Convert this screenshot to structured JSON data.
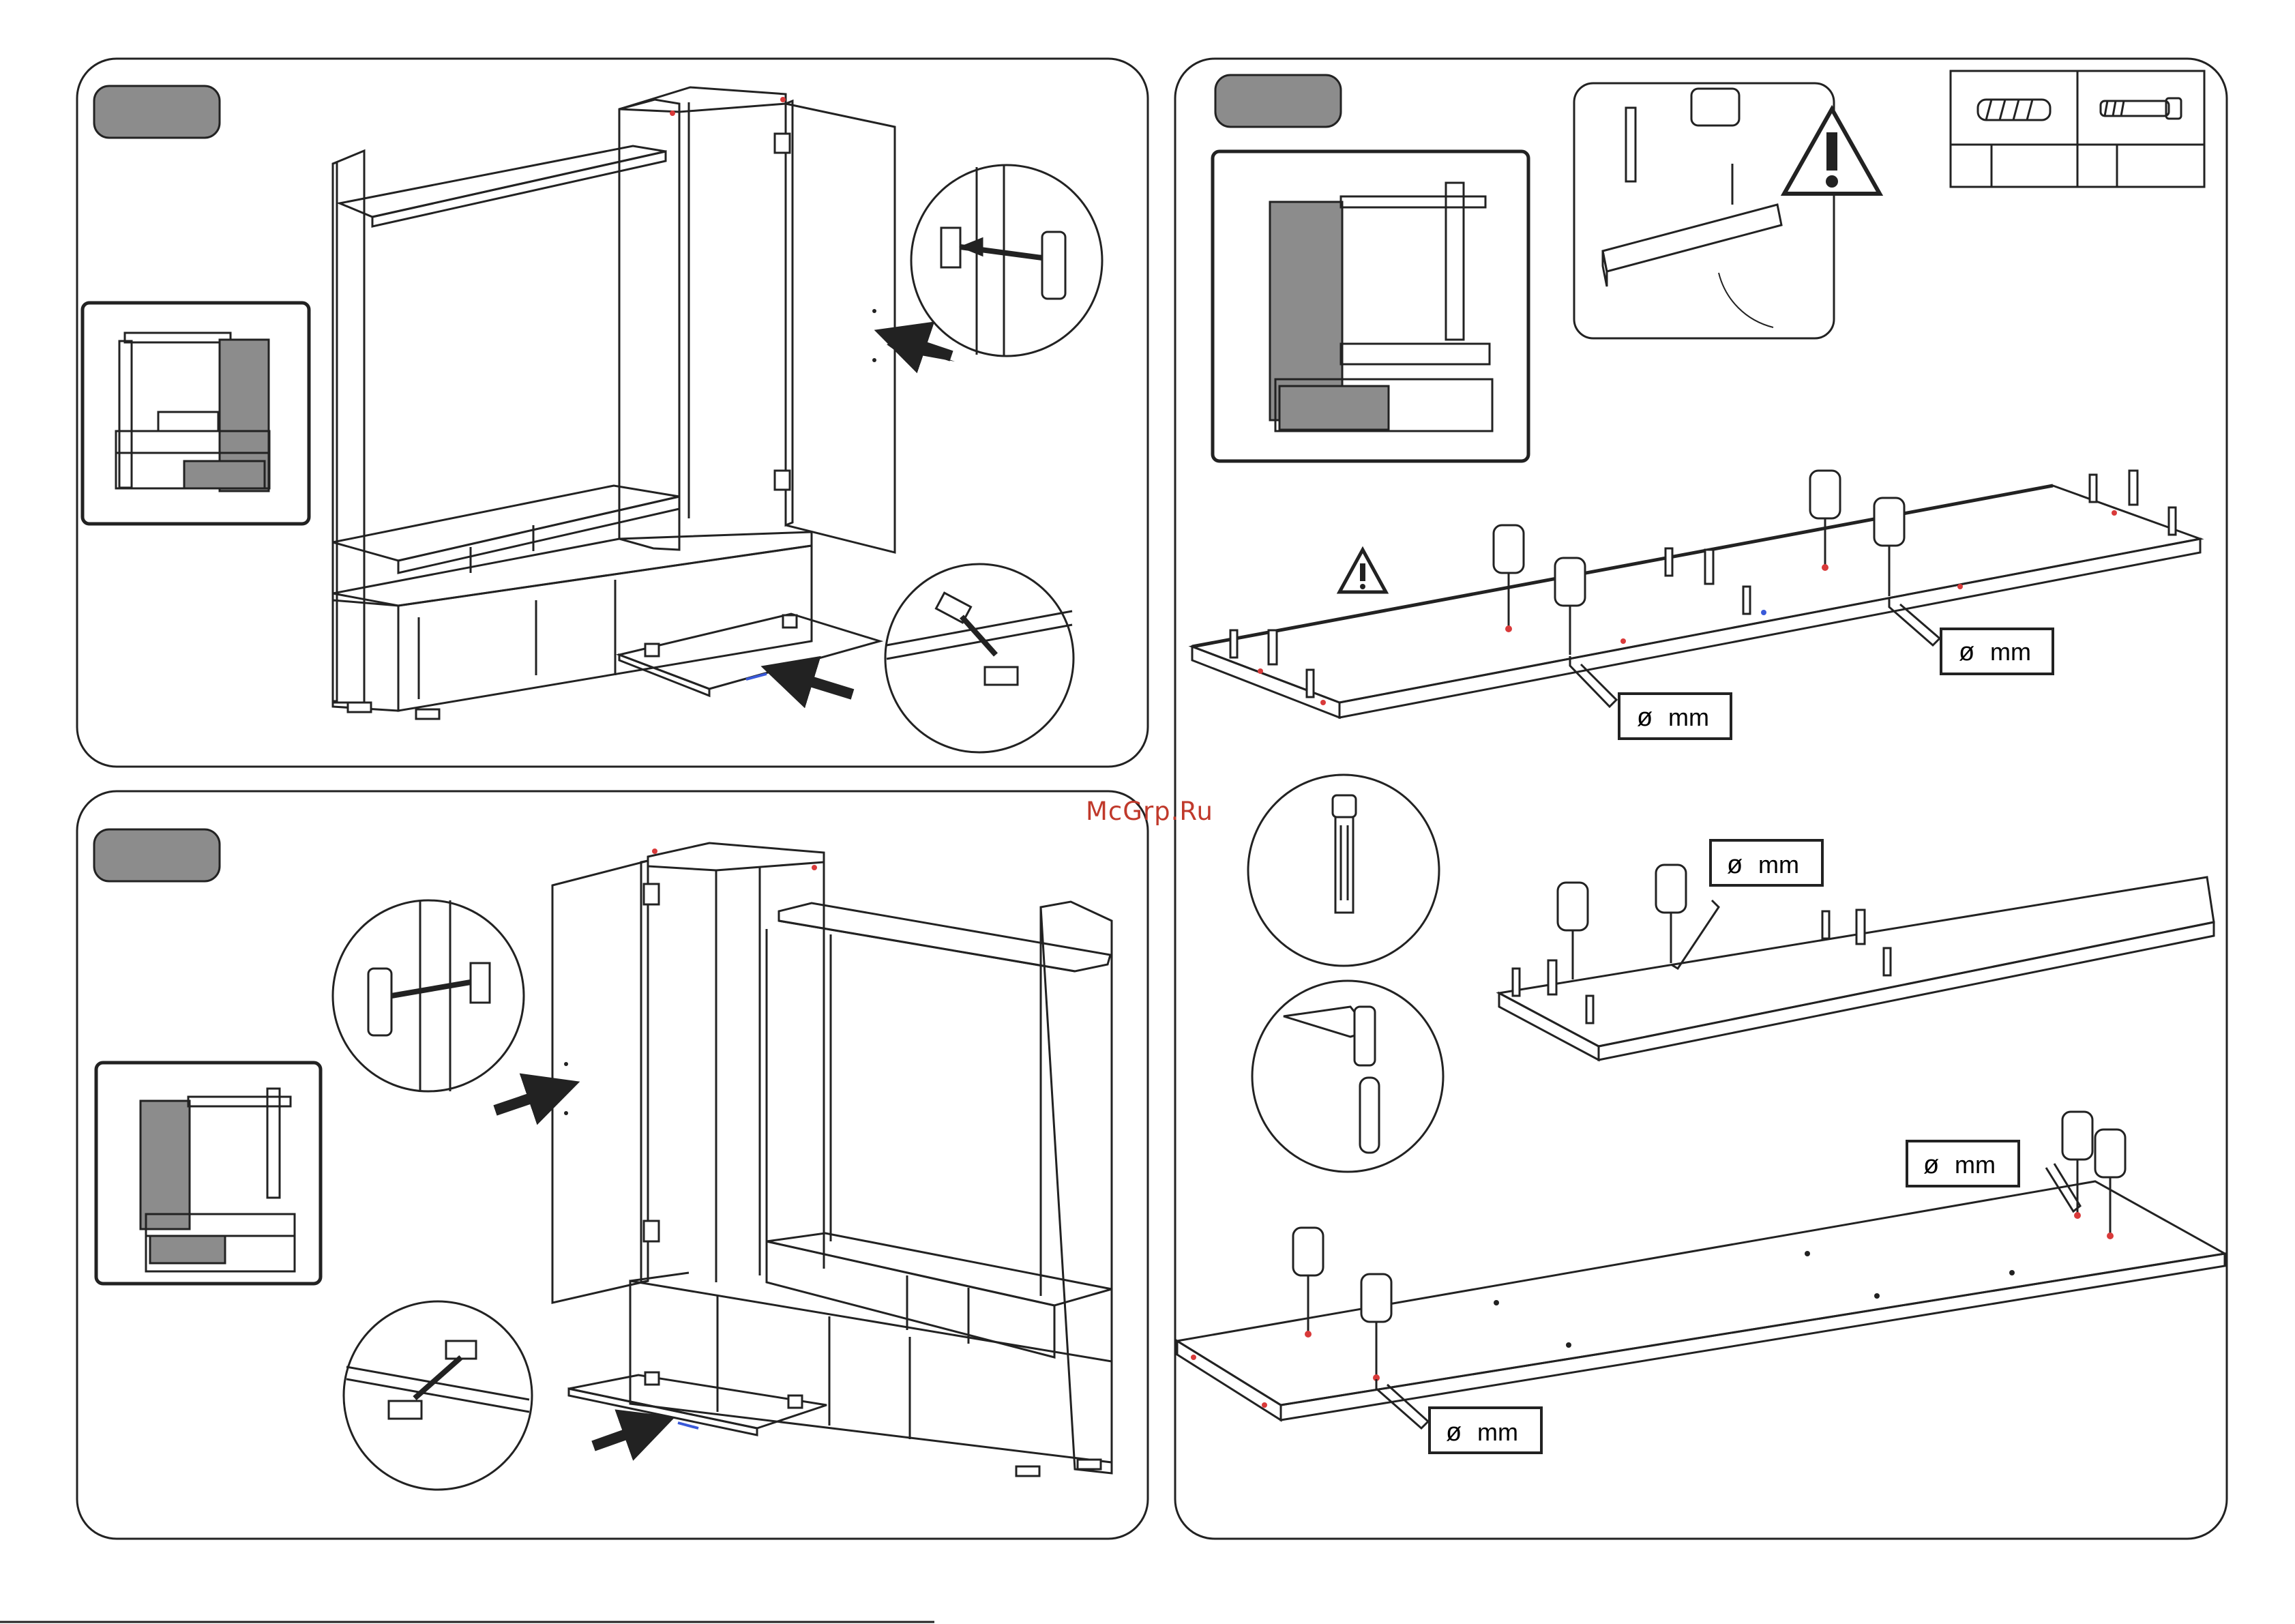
{
  "watermark": "McGrp.Ru",
  "steps": {
    "top_left": {
      "badge": ""
    },
    "bottom_left": {
      "badge": ""
    },
    "right": {
      "badge": ""
    }
  },
  "diameter_callouts": [
    {
      "symbol": "ø",
      "unit": "mm"
    },
    {
      "symbol": "ø",
      "unit": "mm"
    },
    {
      "symbol": "ø",
      "unit": "mm"
    },
    {
      "symbol": "ø",
      "unit": "mm"
    },
    {
      "symbol": "ø",
      "unit": "mm"
    }
  ],
  "warning_icons": [
    "warning-triangle-large",
    "warning-triangle-small"
  ],
  "hardware_table": {
    "items": [
      "dowel-icon",
      "cam-bolt-icon"
    ]
  },
  "colors": {
    "panel_fill": "#8c8c8c",
    "line": "#222222",
    "marker_red": "#d93a3a",
    "marker_blue": "#3a5ad9"
  }
}
